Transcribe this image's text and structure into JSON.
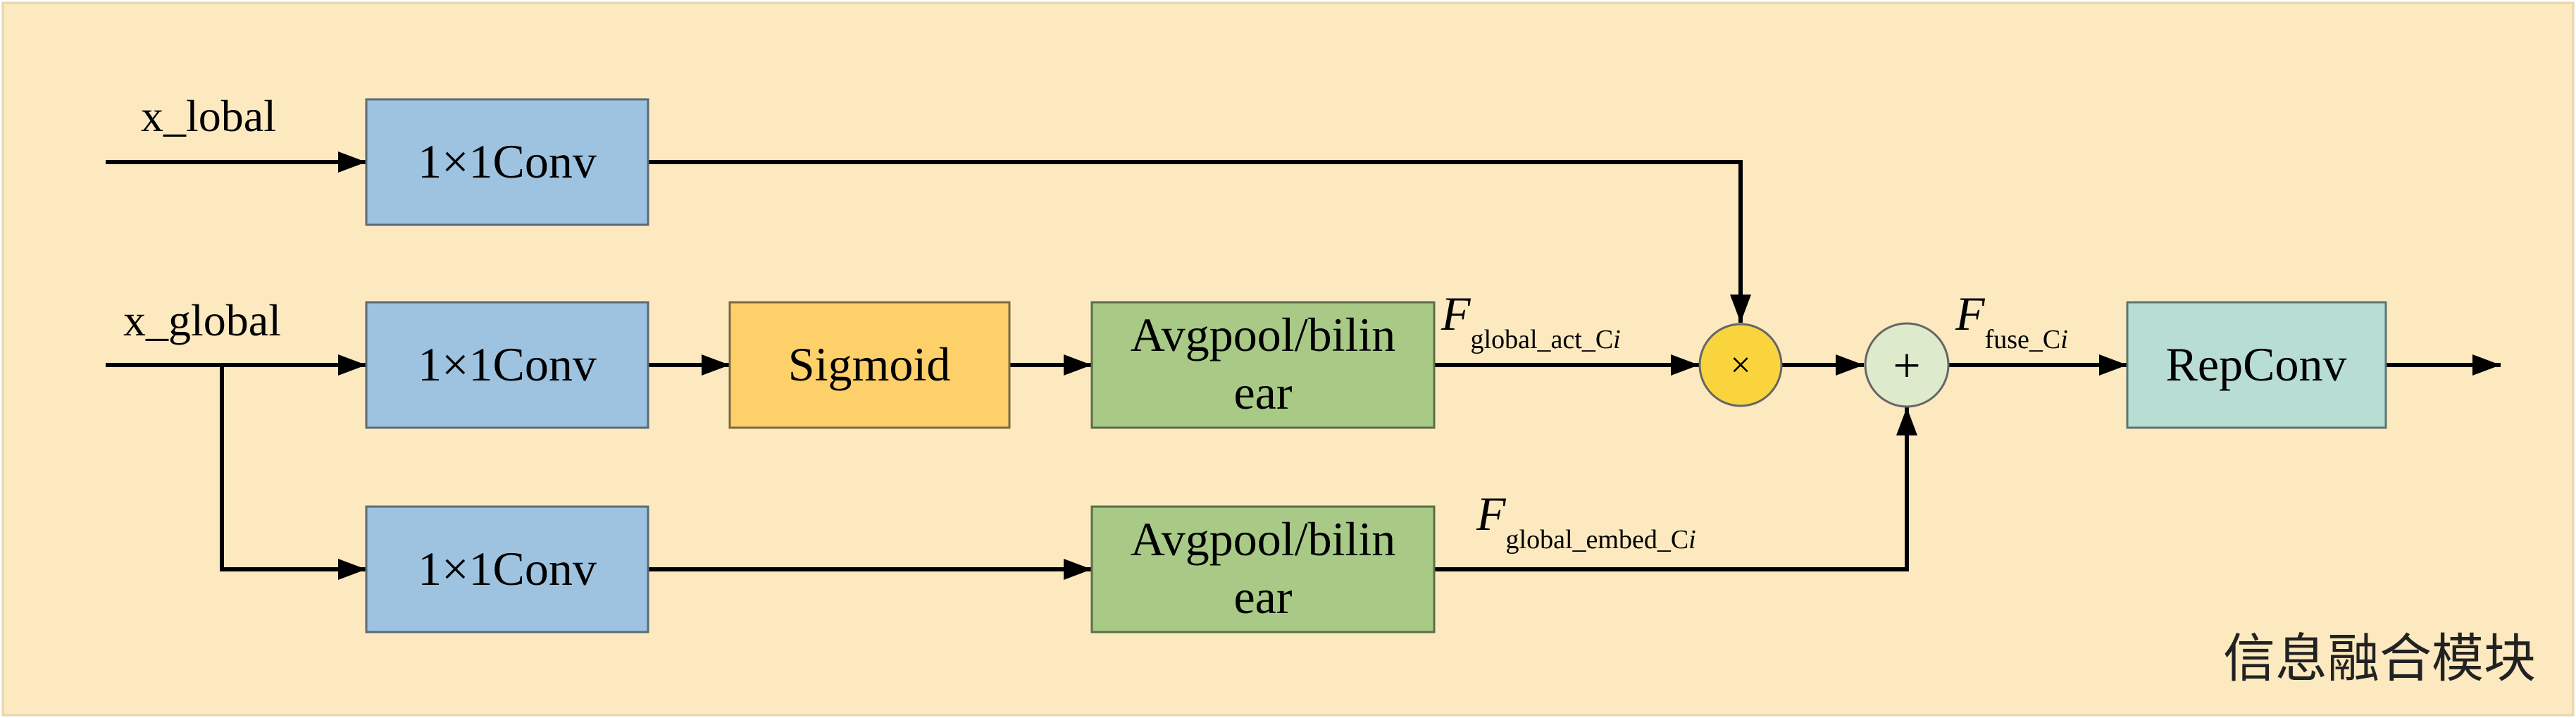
{
  "colors": {
    "background": "#FCE9BF",
    "conv": "#9DC3E0",
    "sigmoid": "#FED06A",
    "avgpool": "#A8CA86",
    "repconv": "#B8DED4",
    "multiply": "#F9D43D",
    "add": "#DDEACC",
    "stroke": "#000000"
  },
  "inputs": {
    "local": "x_lobal",
    "global": "x_global"
  },
  "blocks": {
    "conv_local": "1×1Conv",
    "conv_global": "1×1Conv",
    "conv_embed": "1×1Conv",
    "sigmoid": "Sigmoid",
    "avgpool_act": [
      "Avgpool/bilin",
      "ear"
    ],
    "avgpool_embed": [
      "Avgpool/bilin",
      "ear"
    ],
    "repconv": "RepConv"
  },
  "operators": {
    "multiply": "×",
    "add": "+"
  },
  "signals": {
    "act": {
      "main": "F",
      "sub": "global_act_C",
      "sub_italic": "i"
    },
    "embed": {
      "main": "F",
      "sub": "global_embed_C",
      "sub_italic": "i"
    },
    "fuse": {
      "main": "F",
      "sub": "fuse_C",
      "sub_italic": "i"
    }
  },
  "caption": "信息融合模块"
}
